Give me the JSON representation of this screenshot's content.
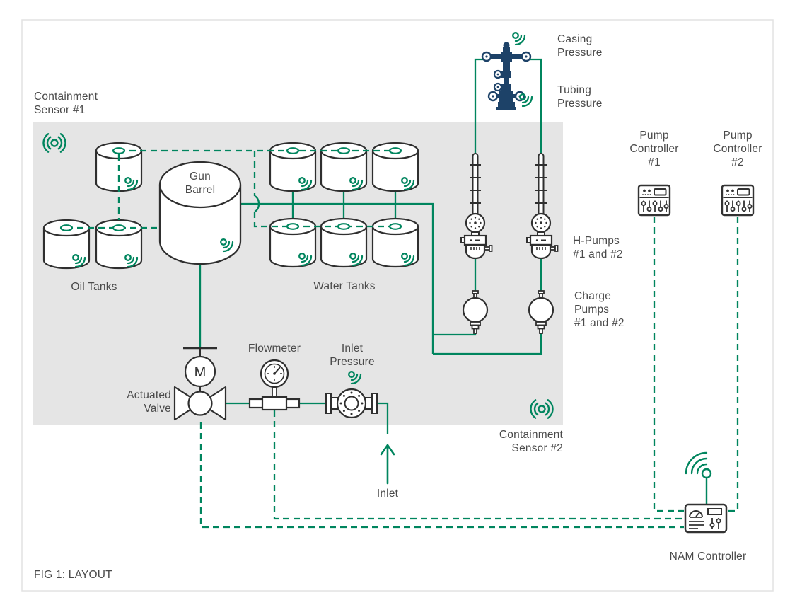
{
  "figure": {
    "caption": "FIG 1: LAYOUT",
    "colors": {
      "accent_teal": "#00855E",
      "icon_dark": "#2F2F2F",
      "wellhead_navy": "#1D4268",
      "containment_gray": "#E5E5E5",
      "text_gray": "#4A4A4A",
      "card_border": "#E2E2E2"
    }
  },
  "labels": {
    "containment_sensor_1": "Containment\nSensor #1",
    "containment_sensor_2": "Containment\nSensor #2",
    "casing_pressure": "Casing\nPressure",
    "tubing_pressure": "Tubing\nPressure",
    "pump_controller_1": "Pump\nController\n#1",
    "pump_controller_2": "Pump\nController\n#2",
    "h_pumps": "H-Pumps\n#1 and #2",
    "charge_pumps": "Charge\nPumps\n#1 and #2",
    "gun_barrel": "Gun\nBarrel",
    "oil_tanks": "Oil Tanks",
    "water_tanks": "Water Tanks",
    "actuated_valve": "Actuated\nValve",
    "flowmeter": "Flowmeter",
    "inlet_pressure": "Inlet\nPressure",
    "inlet": "Inlet",
    "nam_controller": "NAM Controller",
    "motor_m": "M",
    "fig_caption": "FIG 1: LAYOUT"
  },
  "icons": {
    "containment-sensor-icon": "((o)) radiating ring sensor, teal",
    "wireless-signal-icon": "dot with two arcs radiating down-right, teal",
    "wellhead-icon": "navy christmas-tree wellhead with handwheels",
    "tank-icon": "white cylinder tank with teal top port",
    "gun-barrel-icon": "large white cylinder",
    "h-pump-icon": "vertical rod pump with geared motor",
    "charge-pump-icon": "spherical pump",
    "pump-controller-icon": "panel with indicator dots, display and 5 faders",
    "nam-controller-icon": "panel with gauge, text lines and 2 faders",
    "antenna-icon": "teal antenna ball with three arcs",
    "actuated-valve-icon": "bowtie valve with M motor",
    "flowmeter-icon": "inline pipe with round dial gauge",
    "inlet-valve-icon": "flanged valve with bolted round body",
    "inlet-arrow-icon": "teal upward arrow"
  }
}
